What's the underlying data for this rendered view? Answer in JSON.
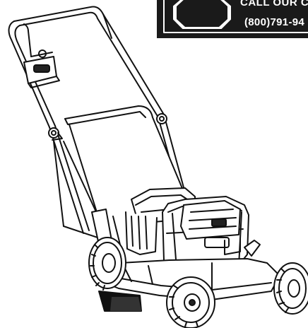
{
  "banner": {
    "line1": "CALL OUR C",
    "line2": "(800)791-94",
    "background_color": "#1a1a1a",
    "border_color": "#ffffff"
  },
  "illustration": {
    "subject": "walk-behind cordless lawn mower line drawing",
    "stroke_color": "#111111"
  }
}
